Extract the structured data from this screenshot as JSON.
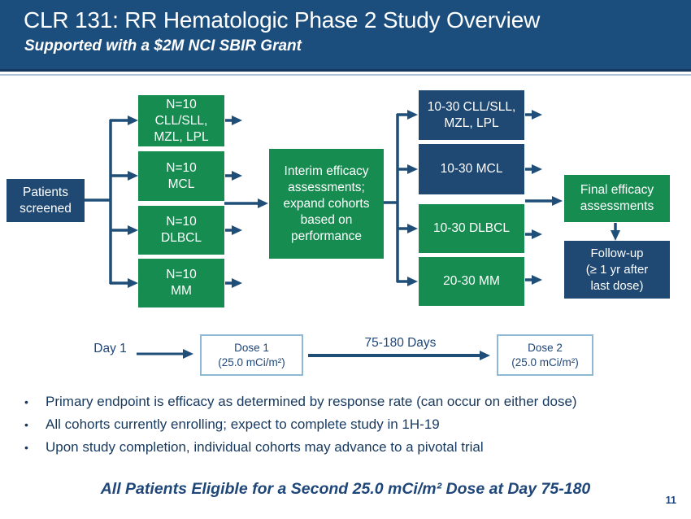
{
  "header": {
    "title": "CLR 131: RR Hematologic Phase 2 Study Overview",
    "subtitle": "Supported with a $2M NCI SBIR Grant"
  },
  "flowchart": {
    "patients_label": "Patients\nscreened",
    "initial_cohorts": [
      "N=10\nCLL/SLL,\nMZL, LPL",
      "N=10\nMCL",
      "N=10\nDLBCL",
      "N=10\nMM"
    ],
    "interim_label": "Interim efficacy\nassessments;\nexpand cohorts\nbased on\nperformance",
    "expanded_cohorts": [
      "10-30 CLL/SLL,\nMZL, LPL",
      "10-30 MCL",
      "10-30 DLBCL",
      "20-30 MM"
    ],
    "final_label": "Final efficacy\nassessments",
    "followup_label": "Follow-up\n(≥ 1 yr after\nlast dose)"
  },
  "timeline": {
    "start_label": "Day 1",
    "dose1_label": "Dose 1\n(25.0 mCi/m²)",
    "interval_label": "75-180 Days",
    "dose2_label": "Dose 2\n(25.0 mCi/m²)"
  },
  "bullets": [
    "Primary endpoint is efficacy as determined by response rate (can occur on either dose)",
    "All cohorts currently enrolling; expect to complete study in 1H-19",
    "Upon study completion, individual cohorts may advance to a pivotal trial"
  ],
  "footer": {
    "note": "All Patients Eligible for a Second 25.0 mCi/m² Dose at Day 75-180",
    "page_number": "11"
  },
  "colors": {
    "banner": "#1C4E7D",
    "banner-line": "#16375E",
    "navy-box": "#1F4872",
    "green-box": "#178C51",
    "connector": "#1F4E79",
    "text-navy": "#1E4679",
    "bullet-text": "#17395F",
    "dose-border": "#8FB8D4"
  }
}
